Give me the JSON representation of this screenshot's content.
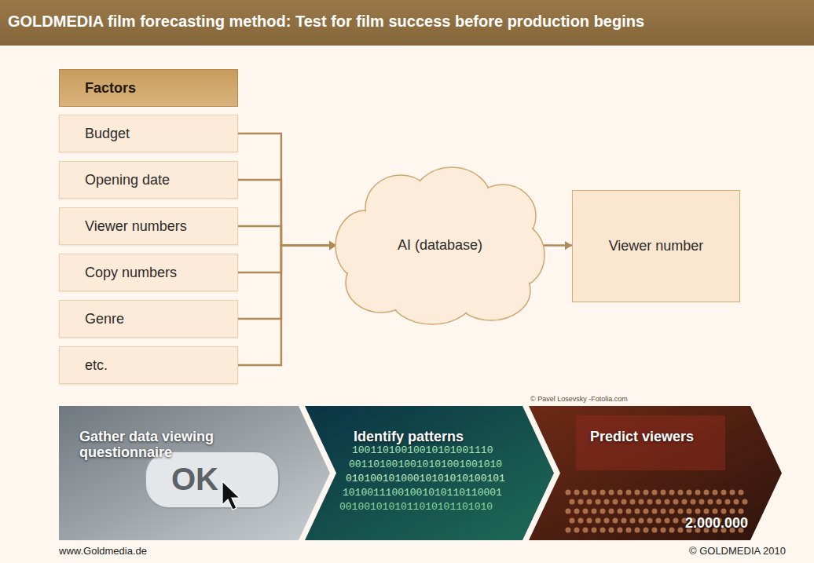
{
  "diagram": {
    "title": "GOLDMEDIA film forecasting method: Test for film success before production begins",
    "nodes": [
      {
        "text": [
          "Factors"
        ]
      },
      {
        "text": [
          "Budget"
        ]
      },
      {
        "text": [
          "Opening date"
        ]
      },
      {
        "text": [
          "Viewer numbers"
        ]
      },
      {
        "text": [
          "Copy numbers"
        ]
      },
      {
        "text": [
          "Genre"
        ]
      },
      {
        "text": [
          "etc."
        ]
      },
      {
        "text": [
          "AI (database)"
        ]
      },
      {
        "text": [
          "Viewer number"
        ]
      },
      {
        "text": [
          "Gather data viewing questionnaire"
        ]
      },
      {
        "text": [
          "Identify patterns"
        ]
      },
      {
        "text": [
          "Predict viewers"
        ]
      }
    ],
    "edges": [
      {
        "from": 1,
        "to": 7,
        "arrow": "to"
      },
      {
        "from": 2,
        "to": 7,
        "arrow": "to"
      },
      {
        "from": 3,
        "to": 7,
        "arrow": "to"
      },
      {
        "from": 4,
        "to": 7,
        "arrow": "to"
      },
      {
        "from": 5,
        "to": 7,
        "arrow": "to"
      },
      {
        "from": 6,
        "to": 7,
        "arrow": "to"
      },
      {
        "from": 7,
        "to": 8,
        "arrow": "to"
      }
    ],
    "labels": [
      "© Pavel Losevsky -Fotolia.com",
      "OK",
      "10011010010010101001110",
      "0011010010010101001001010",
      "01010010100010101010100101",
      "10100111001001010110110001",
      "0010010101011010101101010",
      "2.000.000",
      "www.Goldmedia.de",
      "© GOLDMEDIA 2010"
    ]
  }
}
